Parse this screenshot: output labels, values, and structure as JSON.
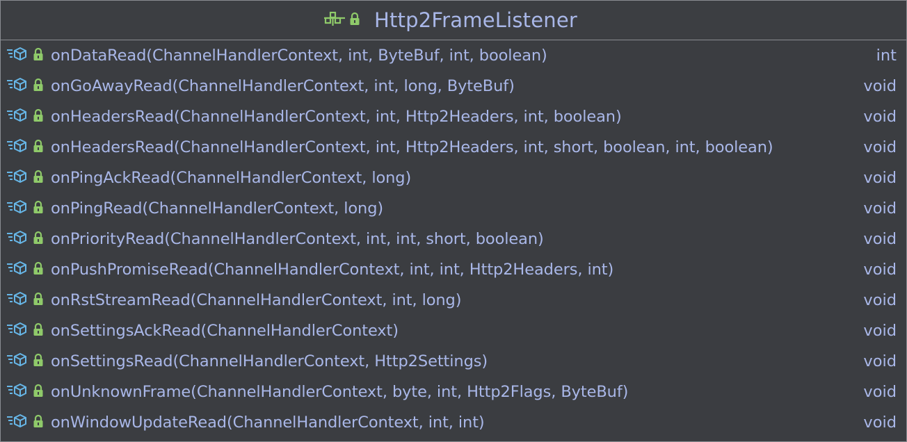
{
  "diagram": {
    "title": "Http2FrameListener",
    "header_icons": [
      "interface-icon",
      "lock-icon"
    ],
    "colors": {
      "text": "#a9b7e8",
      "method_icon": "#67b7e8",
      "lock": "#8fca6a",
      "interface": "#8fca6a",
      "background": "#3b3d41",
      "border": "#8a8d92"
    },
    "methods": [
      {
        "signature": "onDataRead(ChannelHandlerContext, int, ByteBuf, int, boolean)",
        "returns": "int"
      },
      {
        "signature": "onGoAwayRead(ChannelHandlerContext, int, long, ByteBuf)",
        "returns": "void"
      },
      {
        "signature": "onHeadersRead(ChannelHandlerContext, int, Http2Headers, int, boolean)",
        "returns": "void"
      },
      {
        "signature": "onHeadersRead(ChannelHandlerContext, int, Http2Headers, int, short, boolean, int, boolean)",
        "returns": "void"
      },
      {
        "signature": "onPingAckRead(ChannelHandlerContext, long)",
        "returns": "void"
      },
      {
        "signature": "onPingRead(ChannelHandlerContext, long)",
        "returns": "void"
      },
      {
        "signature": "onPriorityRead(ChannelHandlerContext, int, int, short, boolean)",
        "returns": "void"
      },
      {
        "signature": "onPushPromiseRead(ChannelHandlerContext, int, int, Http2Headers, int)",
        "returns": "void"
      },
      {
        "signature": "onRstStreamRead(ChannelHandlerContext, int, long)",
        "returns": "void"
      },
      {
        "signature": "onSettingsAckRead(ChannelHandlerContext)",
        "returns": "void"
      },
      {
        "signature": "onSettingsRead(ChannelHandlerContext, Http2Settings)",
        "returns": "void"
      },
      {
        "signature": "onUnknownFrame(ChannelHandlerContext, byte, int, Http2Flags, ByteBuf)",
        "returns": "void"
      },
      {
        "signature": "onWindowUpdateRead(ChannelHandlerContext, int, int)",
        "returns": "void"
      }
    ]
  }
}
